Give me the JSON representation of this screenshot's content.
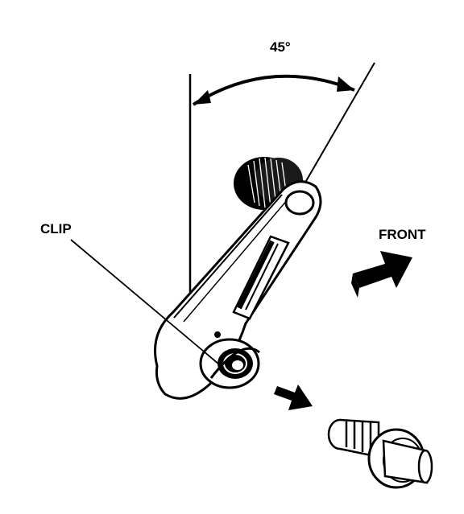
{
  "labels": {
    "angle": "45°",
    "clip": "CLIP",
    "front": "FRONT"
  },
  "colors": {
    "ink": "#000000",
    "paper": "#ffffff"
  },
  "icons": {
    "front_arrow": "direction-arrow-icon",
    "removal_arrow": "removal-arrow-icon"
  }
}
